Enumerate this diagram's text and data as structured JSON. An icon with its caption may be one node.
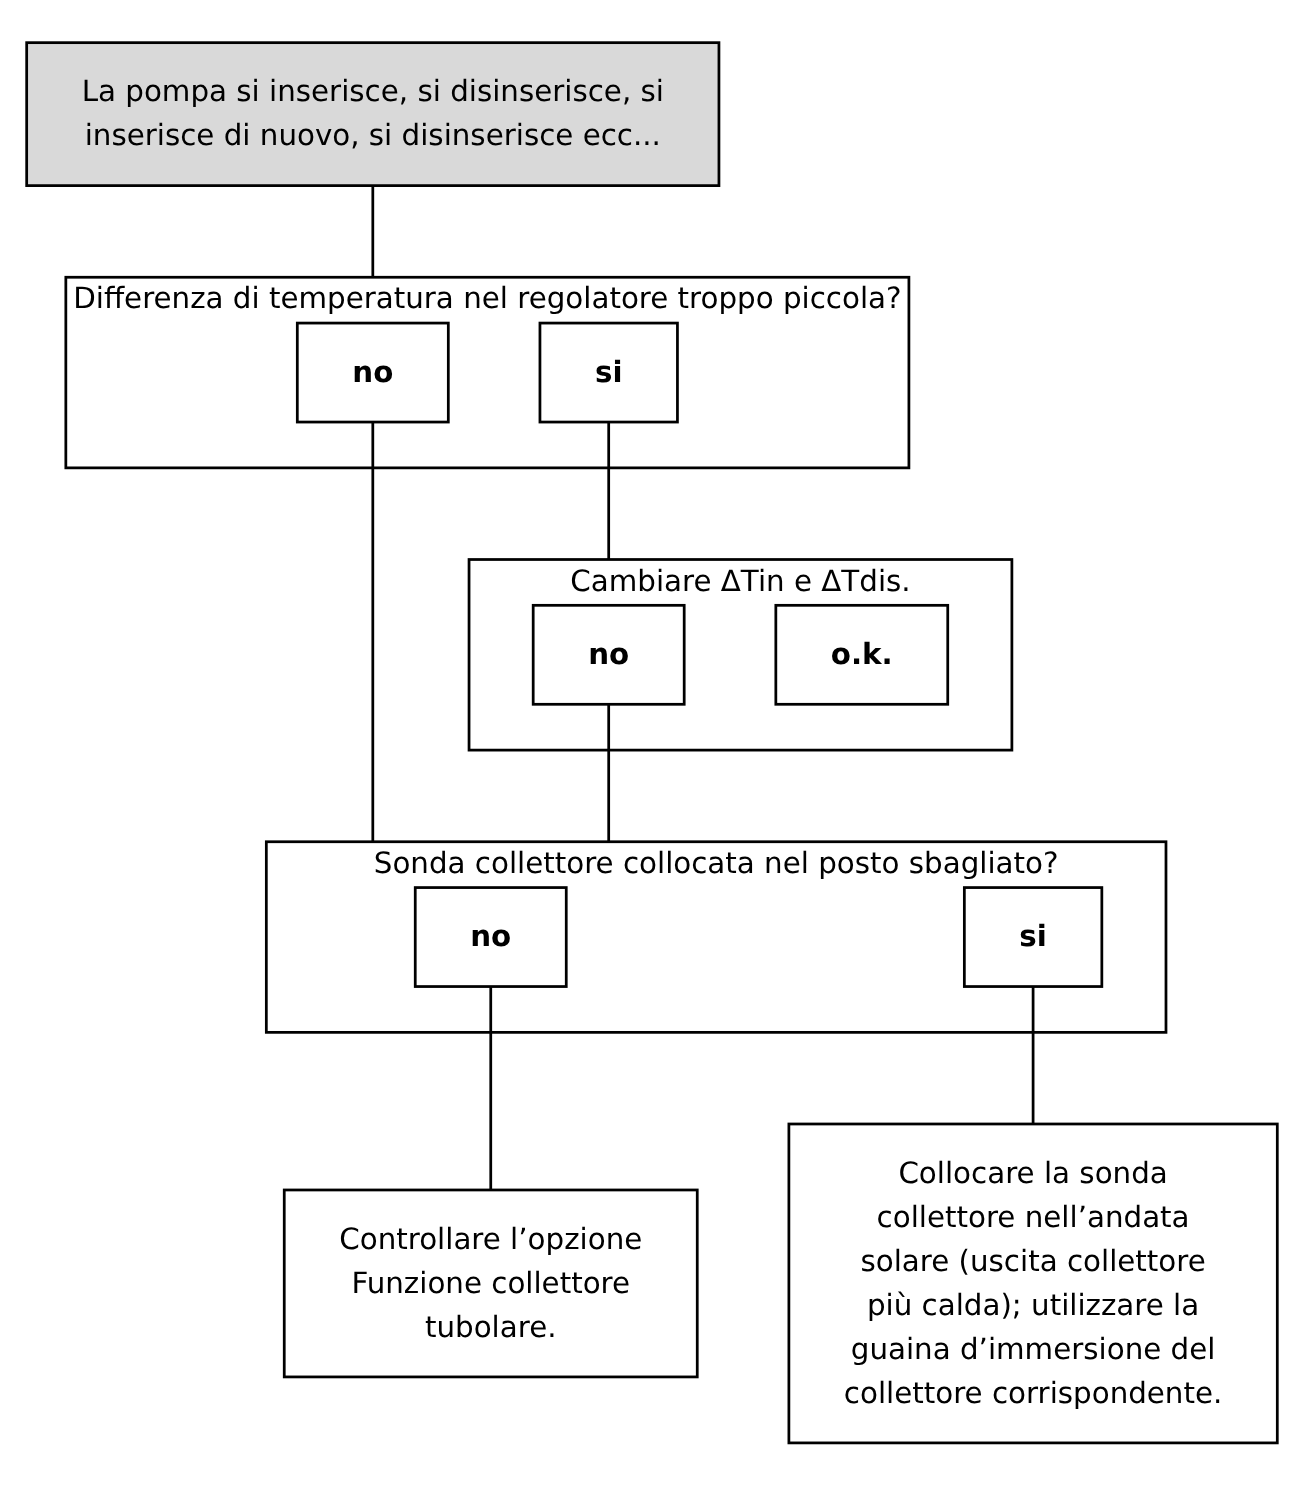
{
  "diagram": {
    "nodes": [
      {
        "text": [
          "La pompa si inserisce, si disinserisce, si inserisce di nuovo, si disinserisce ecc..."
        ]
      },
      {
        "text": [
          "Differenza di temperatura nel regolatore troppo piccola?"
        ]
      },
      {
        "text": [
          "no"
        ],
        "in": 1
      },
      {
        "text": [
          "si"
        ],
        "in": 1
      },
      {
        "text": [
          "Cambiare ΔTin e ΔTdis."
        ]
      },
      {
        "text": [
          "no"
        ],
        "in": 4
      },
      {
        "text": [
          "o.k."
        ],
        "in": 4
      },
      {
        "text": [
          "Sonda collettore collocata nel posto sbagliato?"
        ]
      },
      {
        "text": [
          "no"
        ],
        "in": 7
      },
      {
        "text": [
          "si"
        ],
        "in": 7
      },
      {
        "text": [
          "Collocare la sonda collettore nell’andata solare (uscita collettore più calda); utilizzare la guaina d’immersione del collettore corrispondente."
        ]
      },
      {
        "text": [
          "Controllare l’opzione Funzione collettore tubolare."
        ]
      }
    ],
    "edges": [
      {
        "from": 0,
        "to": 1,
        "arrow": "none"
      },
      {
        "from": 2,
        "to": 7,
        "arrow": "none"
      },
      {
        "from": 3,
        "to": 4,
        "arrow": "none"
      },
      {
        "from": 5,
        "to": 7,
        "arrow": "none"
      },
      {
        "from": 9,
        "to": 10,
        "arrow": "none"
      },
      {
        "from": 8,
        "to": 11,
        "arrow": "none"
      }
    ]
  }
}
